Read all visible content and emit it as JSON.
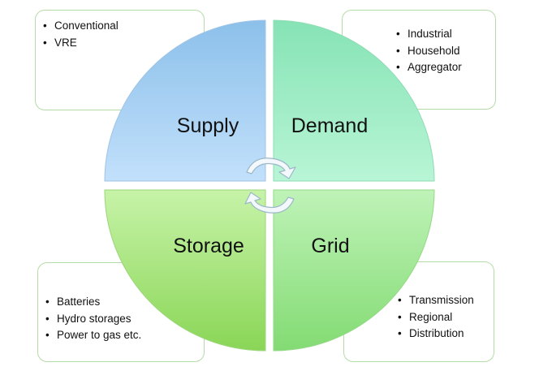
{
  "quadrants": {
    "supply": {
      "label": "Supply",
      "items": [
        "Conventional",
        "VRE"
      ]
    },
    "demand": {
      "label": "Demand",
      "items": [
        "Industrial",
        "Household",
        "Aggregator"
      ]
    },
    "storage": {
      "label": "Storage",
      "items": [
        "Batteries",
        "Hydro storages",
        "Power to gas etc."
      ]
    },
    "grid": {
      "label": "Grid",
      "items": [
        "Transmission",
        "Regional",
        "Distribution"
      ]
    }
  },
  "colors": {
    "supply": "#a9d1f5",
    "demand": "#9fedc5",
    "storage": "#a8e57e",
    "grid": "#a3ea9a",
    "box_border": "#b5dca8"
  },
  "icons": {
    "center": "cycle-arrows-icon"
  }
}
